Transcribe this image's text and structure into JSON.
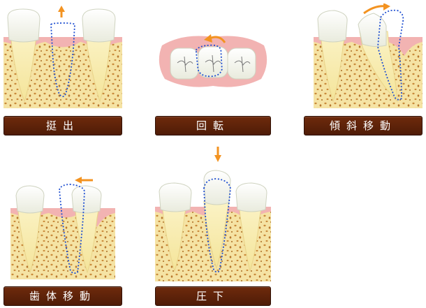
{
  "panels": [
    {
      "label": "挺出"
    },
    {
      "label": "回転"
    },
    {
      "label": "傾斜移動"
    },
    {
      "label": "歯体移動"
    },
    {
      "label": "圧下"
    }
  ],
  "colors": {
    "bone": "#f5e3a4",
    "bone_dots": "#c98a3a",
    "gum": "#f2b3b2",
    "root": "#f7edb5",
    "crown": "#f1f1e8",
    "outline": "#1f4fd1",
    "arrow": "#f39321",
    "label_bg": "#5e230a"
  }
}
